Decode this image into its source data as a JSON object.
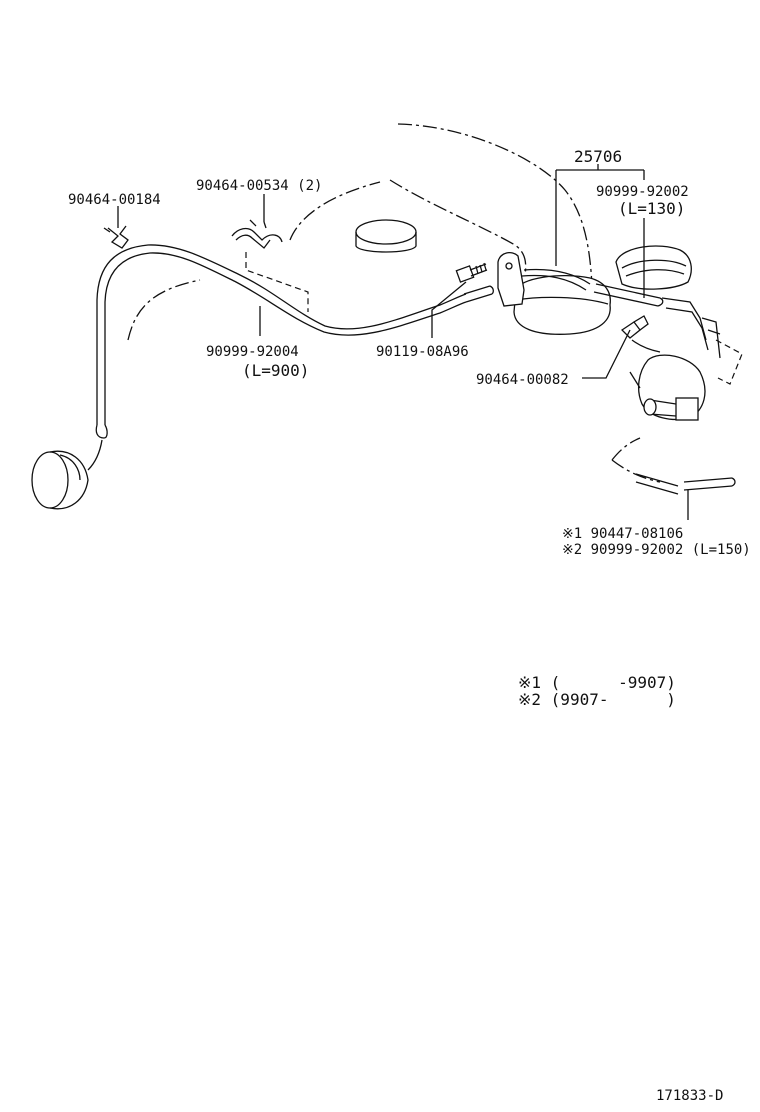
{
  "parts": {
    "p25706": "25706",
    "p90999_92002": "90999-92002",
    "p90999_92002_len": "(L=130)",
    "p90464_00534": "90464-00534 (2)",
    "p90464_00184": "90464-00184",
    "p90999_92004": "90999-92004",
    "p90999_92004_len": "(L=900)",
    "p90119_08A96": "90119-08A96",
    "p90464_00082": "90464-00082",
    "note1_part": "※1 90447-08106",
    "note2_part": "※2 90999-92002 (L=150)"
  },
  "legend": {
    "row1": "※1 (      -9907)",
    "row2": "※2 (9907-      )"
  },
  "figure_id": "171833-D"
}
